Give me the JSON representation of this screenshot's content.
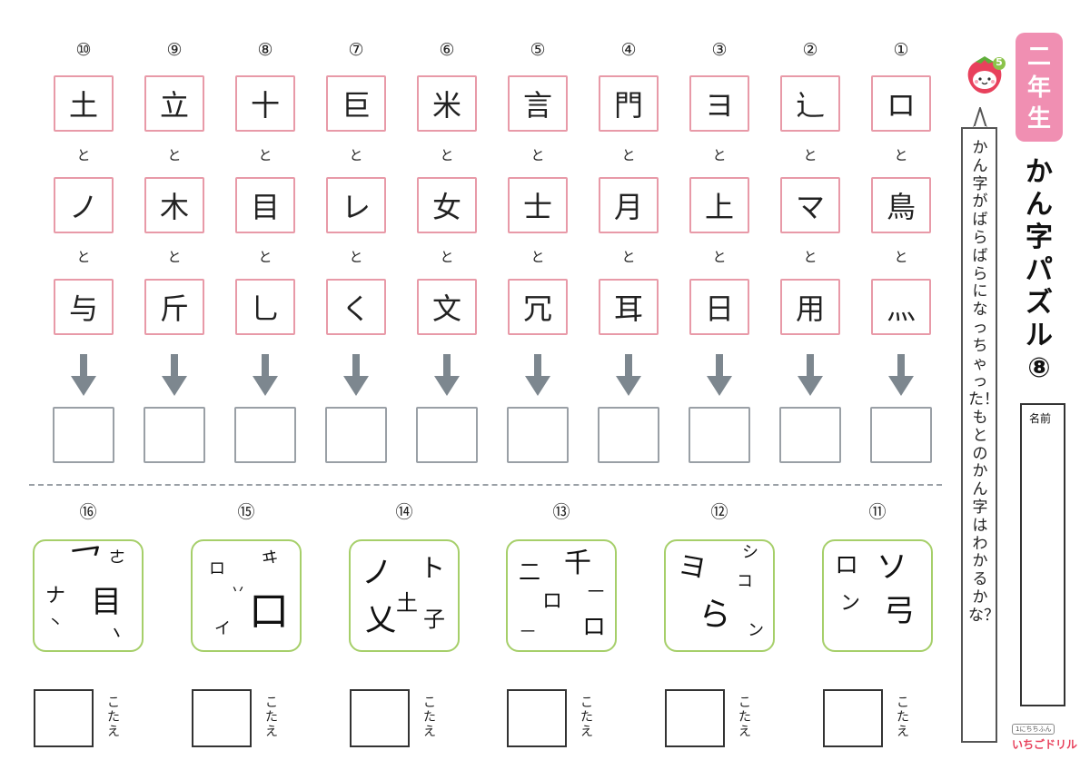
{
  "sidebar": {
    "grade": "二年生",
    "title": "かん字パズル⑧",
    "instruction": "かん字が　ばらばらになっちゃった！もとの　かん字は　わかるかな？",
    "name_label": "名前",
    "brand_small": "1にちちふん",
    "brand_logo": "いちごドリル",
    "mascot_badge": "5"
  },
  "top_problems": [
    {
      "num": "⑩",
      "parts": [
        "土",
        "ノ",
        "与"
      ]
    },
    {
      "num": "⑨",
      "parts": [
        "立",
        "木",
        "斤"
      ]
    },
    {
      "num": "⑧",
      "parts": [
        "十",
        "目",
        "乚"
      ]
    },
    {
      "num": "⑦",
      "parts": [
        "巨",
        "レ",
        "く"
      ]
    },
    {
      "num": "⑥",
      "parts": [
        "米",
        "女",
        "文"
      ]
    },
    {
      "num": "⑤",
      "parts": [
        "言",
        "士",
        "冗"
      ]
    },
    {
      "num": "④",
      "parts": [
        "門",
        "月",
        "耳"
      ]
    },
    {
      "num": "③",
      "parts": [
        "ヨ",
        "上",
        "日"
      ]
    },
    {
      "num": "②",
      "parts": [
        "辶",
        "マ",
        "用"
      ]
    },
    {
      "num": "①",
      "parts": [
        "ロ",
        "鳥",
        "灬"
      ]
    }
  ],
  "connector": "と",
  "bottom_problems": [
    {
      "num": "⑯",
      "fragments": [
        "乛",
        "ㄜ",
        "ナ",
        "目",
        "丶",
        "丶"
      ]
    },
    {
      "num": "⑮",
      "fragments": [
        "ロ",
        "ヰ",
        "丷",
        "口",
        "イ"
      ]
    },
    {
      "num": "⑭",
      "fragments": [
        "ノ",
        "ト",
        "土",
        "乂",
        "子"
      ]
    },
    {
      "num": "⑬",
      "fragments": [
        "二",
        "千",
        "一",
        "ロ",
        "一",
        "ロ"
      ]
    },
    {
      "num": "⑫",
      "fragments": [
        "ヨ",
        "シ",
        "コ",
        "ら",
        "ン"
      ]
    },
    {
      "num": "⑪",
      "fragments": [
        "ロ",
        "ソ",
        "ン",
        "弓"
      ]
    }
  ],
  "answer_label": "こたえ",
  "colors": {
    "pink_border": "#e89aa8",
    "grade_pink": "#f08fb2",
    "green_border": "#a6cf6a",
    "arrow_gray": "#7d878f"
  }
}
